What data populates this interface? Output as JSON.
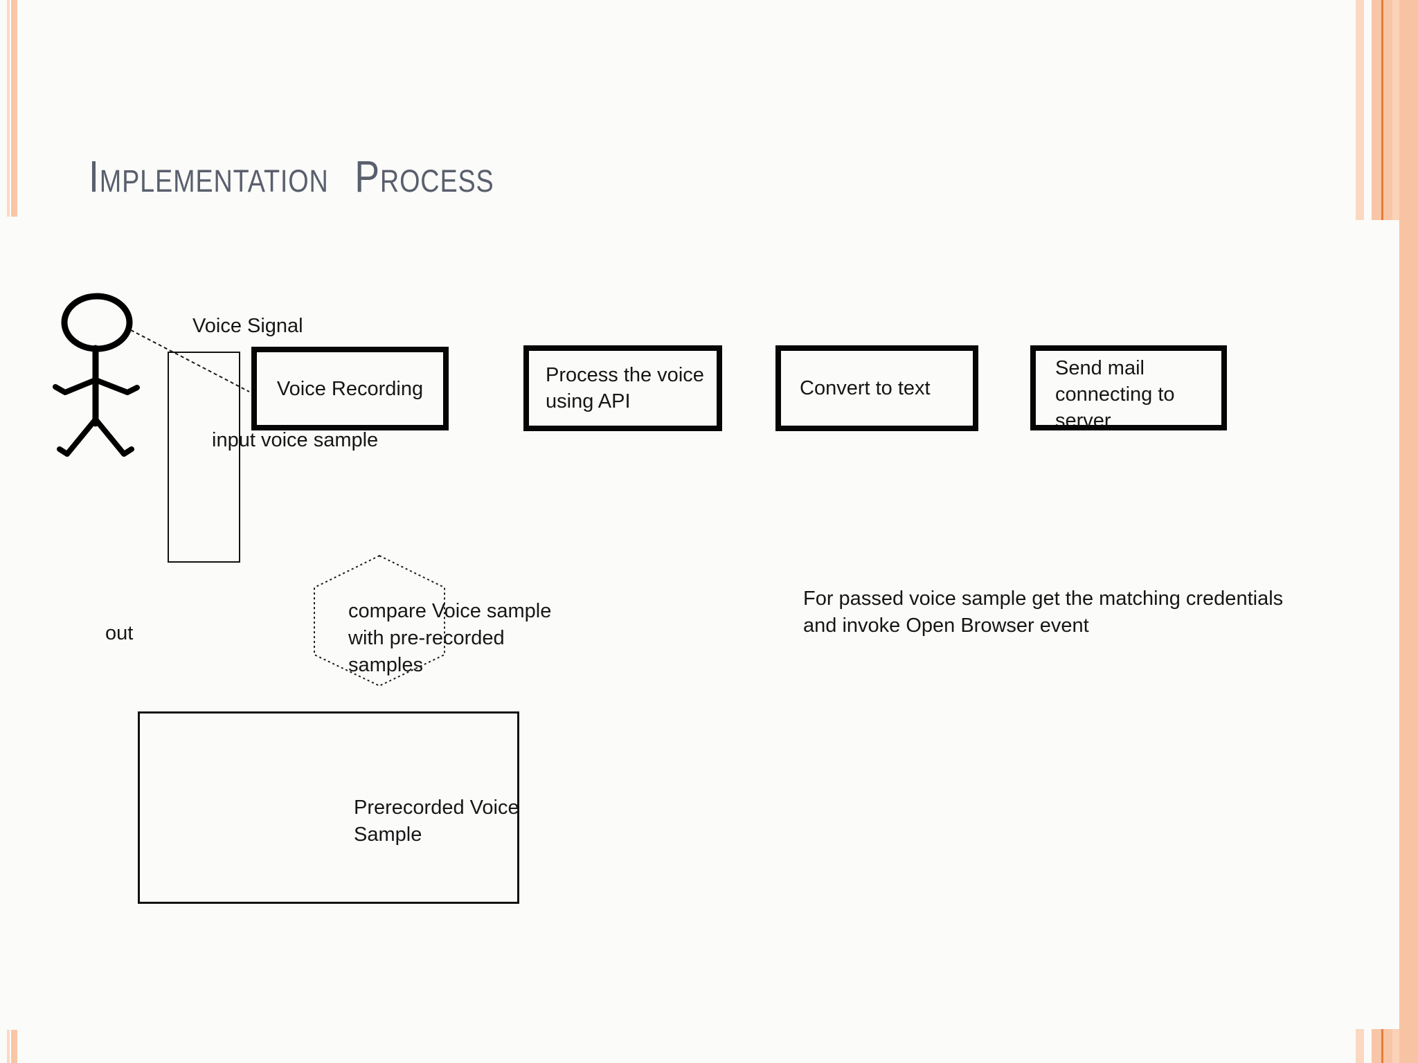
{
  "slide": {
    "title": "Implementation Process",
    "title_color": "#595f6d",
    "background": "#fbfbf9",
    "accent_colors": {
      "stripe_pale": "#fbd8c2",
      "stripe_mid": "#f8c6a6",
      "stripe_dark_line": "#e97c36",
      "stripe_light": "#fad2b8",
      "right_band": "#f8c3a2"
    }
  },
  "diagram": {
    "actor": "stick-figure",
    "voice_signal_label": "Voice Signal",
    "input_voice_sample_label": "input voice sample",
    "out_label": "out",
    "boxes": [
      {
        "id": "voice-recording",
        "lines": [
          "Voice Recording"
        ]
      },
      {
        "id": "process-voice-api",
        "lines": [
          "Process the voice",
          "using API"
        ]
      },
      {
        "id": "convert-to-text",
        "lines": [
          "Convert to text"
        ]
      },
      {
        "id": "send-mail-server",
        "lines": [
          "Send mail",
          "connecting to",
          "server"
        ]
      }
    ],
    "hexagon": {
      "lines": [
        "compare Voice sample",
        "with pre-recorded",
        "samples"
      ]
    },
    "prerecorded_box": {
      "lines": [
        "Prerecorded Voice",
        "Sample"
      ]
    },
    "note": {
      "lines": [
        "For passed voice sample get the matching credentials",
        "and invoke Open Browser event"
      ]
    }
  }
}
